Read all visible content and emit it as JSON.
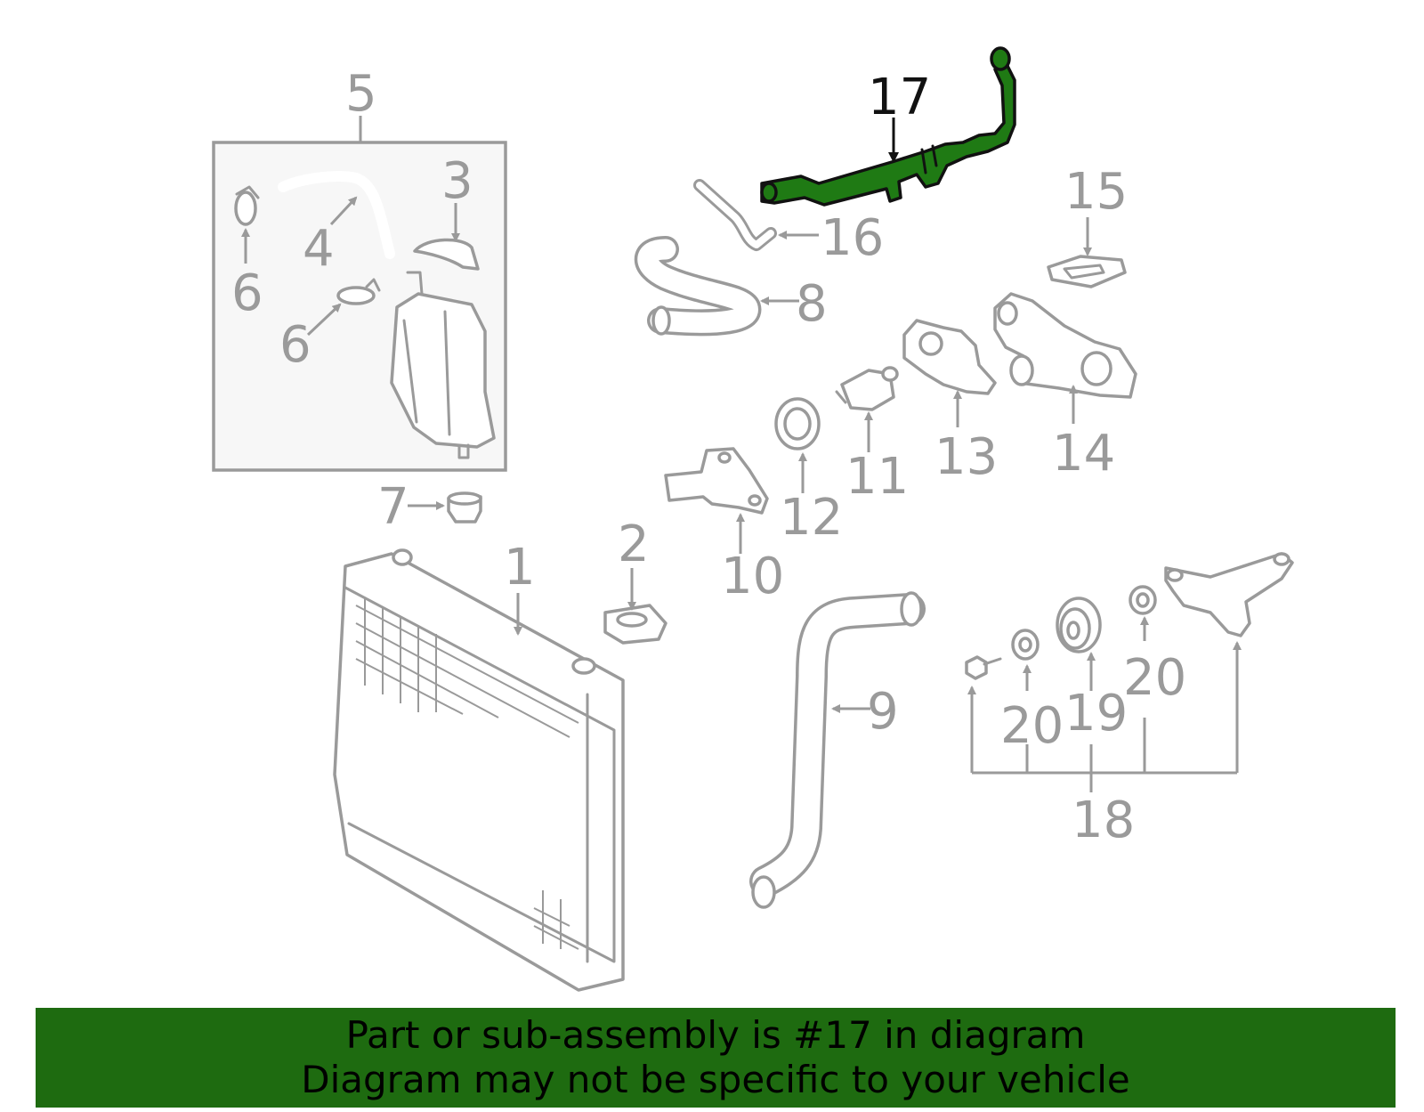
{
  "diagram": {
    "highlighted_part": "17",
    "highlight_color": "#1f7a14",
    "callouts": [
      "1",
      "2",
      "3",
      "4",
      "5",
      "6",
      "6",
      "7",
      "8",
      "9",
      "10",
      "11",
      "12",
      "13",
      "14",
      "15",
      "16",
      "17",
      "18",
      "19",
      "20",
      "20"
    ]
  },
  "banner": {
    "line1": "Part or sub-assembly is #17 in diagram",
    "line2": "Diagram may not be specific to your vehicle",
    "background": "#1e6b10"
  }
}
